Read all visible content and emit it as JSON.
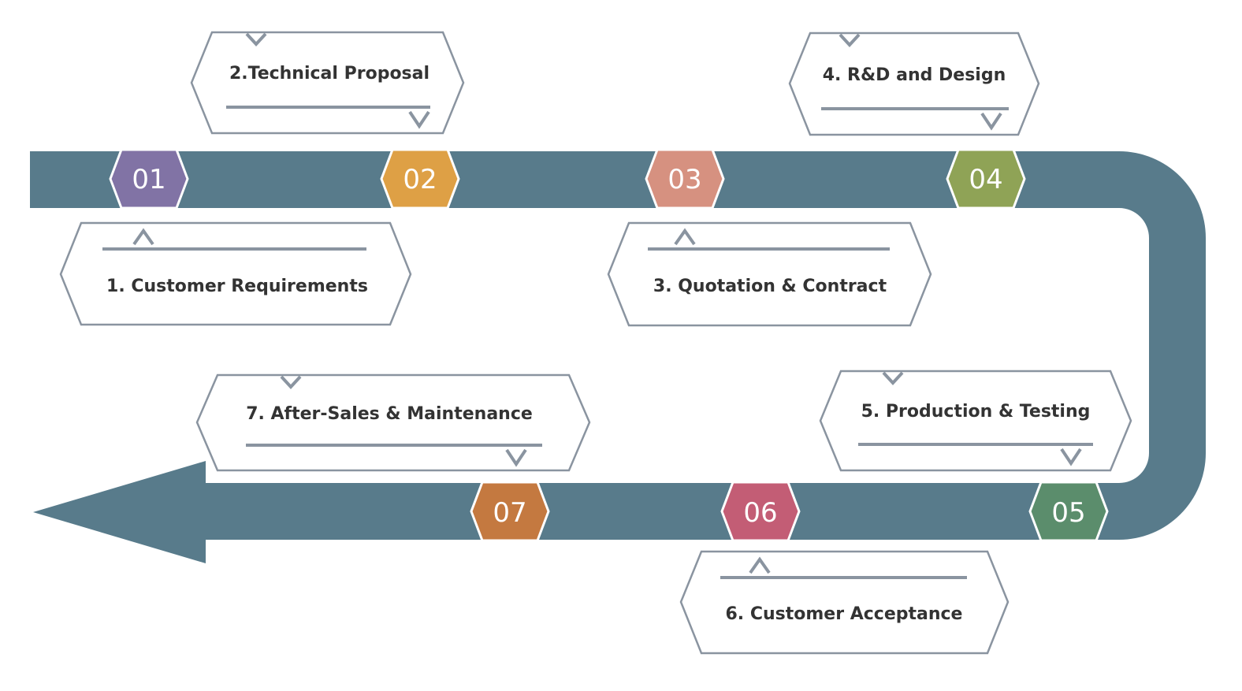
{
  "colors": {
    "flow_arrow": "#587b8b",
    "box_border": "#8a94a0",
    "label_text": "#333333",
    "number_text": "#ffffff"
  },
  "steps": [
    {
      "number": "01",
      "label": "1. Customer Requirements",
      "color": "#8173a5"
    },
    {
      "number": "02",
      "label": "2.Technical Proposal",
      "color": "#dea045"
    },
    {
      "number": "03",
      "label": "3. Quotation & Contract",
      "color": "#d69180"
    },
    {
      "number": "04",
      "label": "4. R&D and Design",
      "color": "#8fa356"
    },
    {
      "number": "05",
      "label": "5. Production & Testing",
      "color": "#5b8d6c"
    },
    {
      "number": "06",
      "label": "6. Customer Acceptance",
      "color": "#c35d75"
    },
    {
      "number": "07",
      "label": "7. After-Sales & Maintenance",
      "color": "#c47940"
    }
  ]
}
